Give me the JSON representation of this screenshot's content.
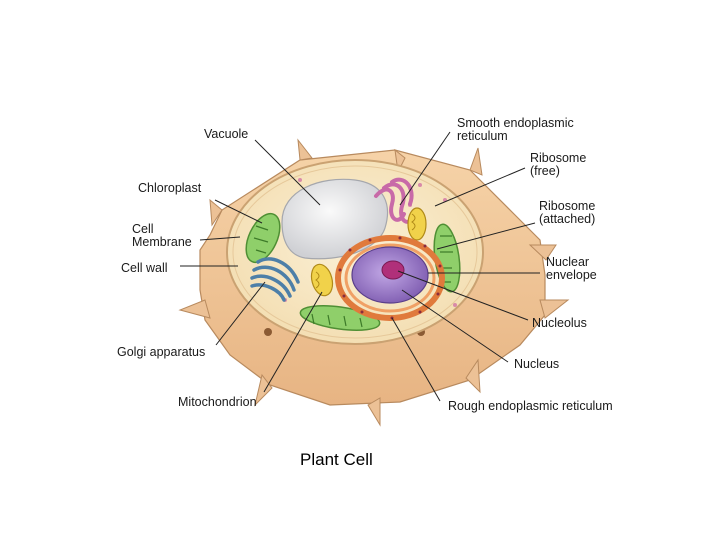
{
  "diagram": {
    "caption": "Plant Cell",
    "labels": {
      "vacuole": "Vacuole",
      "smooth_er_1": "Smooth endoplasmic",
      "smooth_er_2": "reticulum",
      "ribosome_free_1": "Ribosome",
      "ribosome_free_2": "(free)",
      "chloroplast": "Chloroplast",
      "ribosome_attached_1": "Ribosome",
      "ribosome_attached_2": "(attached)",
      "cell_membrane_1": "Cell",
      "cell_membrane_2": "Membrane",
      "nuclear_envelope_1": "Nuclear",
      "nuclear_envelope_2": "envelope",
      "cell_wall": "Cell wall",
      "nucleolus": "Nucleolus",
      "golgi": "Golgi apparatus",
      "nucleus": "Nucleus",
      "mitochondrion": "Mitochondrion",
      "rough_er": "Rough endoplasmic reticulum"
    },
    "colors": {
      "cell_wall": "#f2c79a",
      "cytoplasm": "#f7e6c4",
      "vacuole": "#e8e8ea",
      "chloroplast": "#8fcf6a",
      "golgi": "#4d7fa8",
      "mitochondrion": "#f1d24a",
      "smooth_er": "#c86aa8",
      "rough_er": "#e07a3c",
      "nucleus": "#a07cc8",
      "nucleolus": "#b0307a"
    }
  }
}
